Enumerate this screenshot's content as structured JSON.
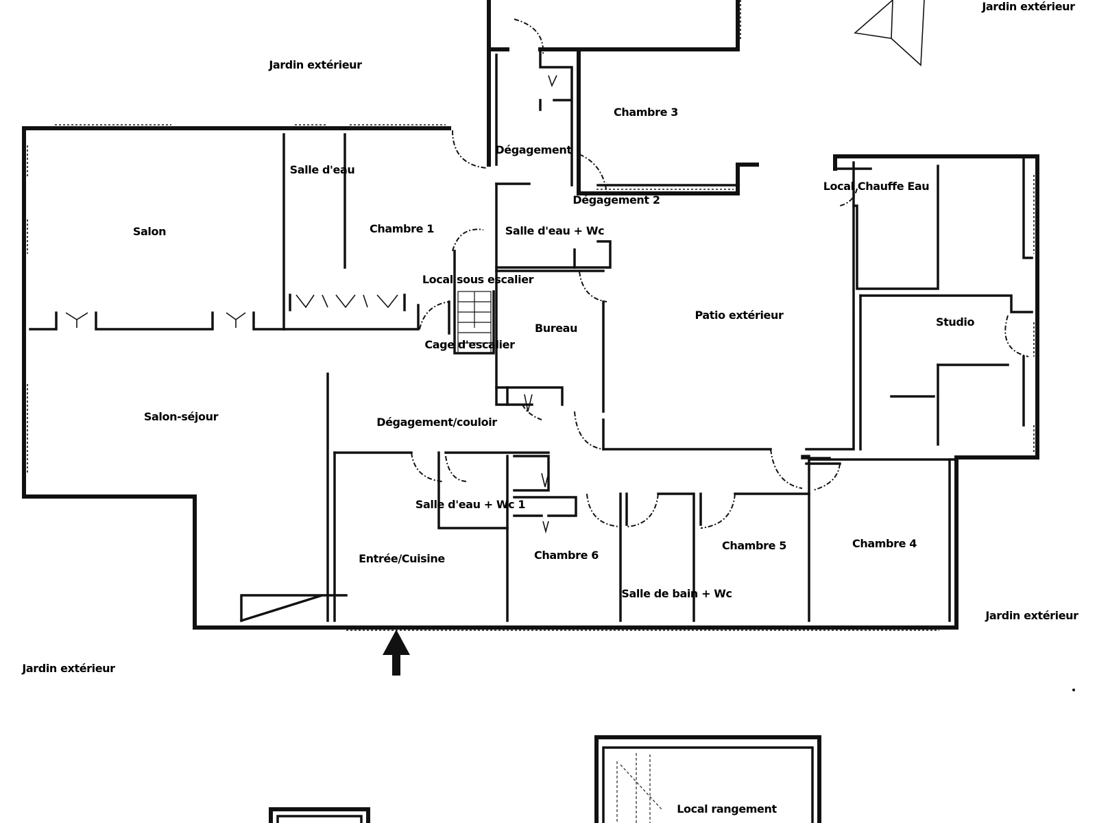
{
  "plan": {
    "rooms": {
      "salon": "Salon",
      "salle_eau_top": "Salle d'eau",
      "chambre_1": "Chambre 1",
      "degagement": "Dégagement",
      "chambre_3": "Chambre 3",
      "degagement_2": "Dégagement 2",
      "salle_eau_wc": "Salle d'eau + Wc",
      "local_sous_escalier": "Local sous escalier",
      "cage_escalier": "Cage d'escalier",
      "bureau": "Bureau",
      "patio": "Patio extérieur",
      "local_chauffe_eau": "Local Chauffe Eau",
      "studio": "Studio",
      "salon_sejour": "Salon-séjour",
      "degagement_couloir": "Dégagement/couloir",
      "salle_eau_wc_1": "Salle d'eau + Wc 1",
      "entree_cuisine": "Entrée/Cuisine",
      "chambre_6": "Chambre 6",
      "salle_bain_wc": "Salle de bain + Wc",
      "chambre_5": "Chambre 5",
      "chambre_4": "Chambre 4",
      "local_rangement": "Local rangement"
    },
    "outdoor": {
      "jardin_top_center": "Jardin extérieur",
      "jardin_top_right": "Jardin extérieur",
      "jardin_bottom_left": "Jardin extérieur",
      "jardin_bottom_right": "Jardin extérieur"
    },
    "entrance_arrow_icon": "up-arrow-icon",
    "north_arrow_icon": "north-arrow-icon"
  }
}
